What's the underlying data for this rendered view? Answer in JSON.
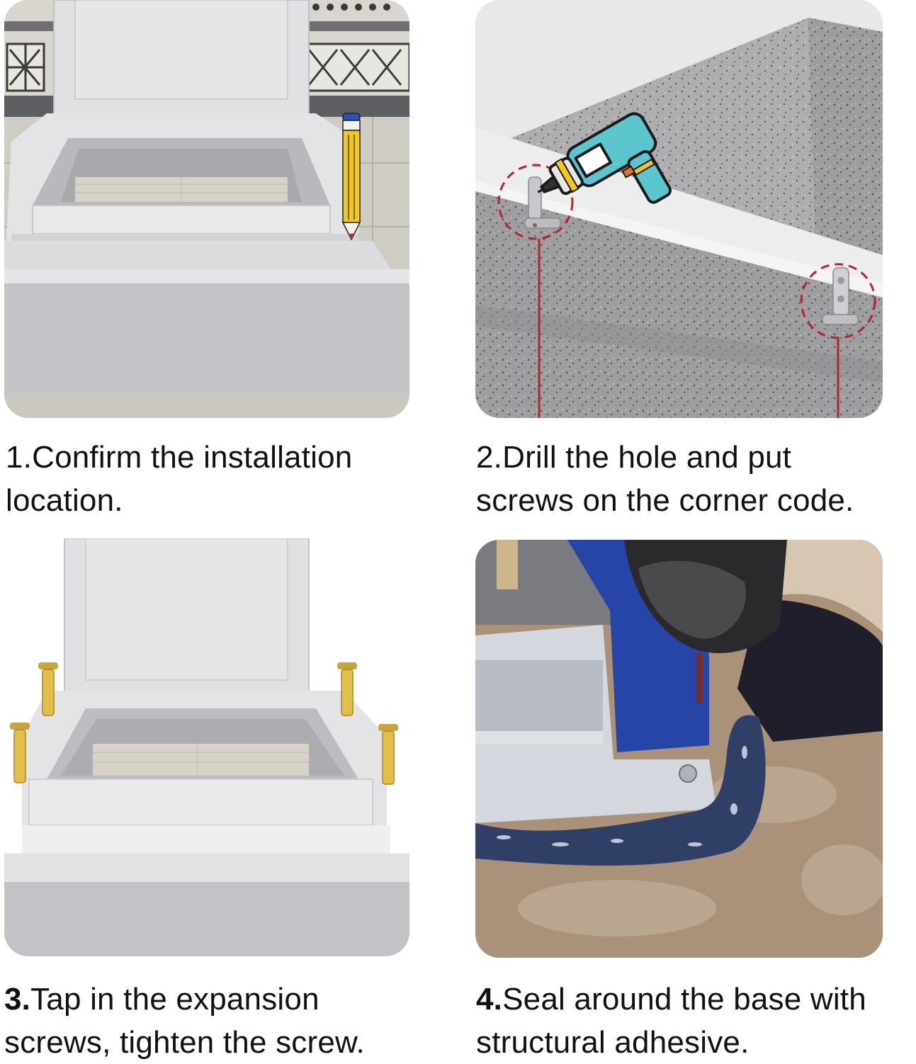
{
  "steps": [
    {
      "number": "1.",
      "line1": "Confirm the installation",
      "line2": "location.",
      "illustration": "cabinet-base-with-pencil-mark",
      "icon": "pencil-icon"
    },
    {
      "number": "2.",
      "line1": "Drill the hole and put",
      "line2": "screws on the corner code.",
      "illustration": "concrete-base-with-corner-brackets",
      "icon": "drill-icon"
    },
    {
      "number": "3.",
      "line1": "Tap in the expansion",
      "line2": "screws, tighten the screw.",
      "illustration": "cabinet-base-with-expansion-screws",
      "icon": "expansion-screw-icon"
    },
    {
      "number": "4.",
      "line1": "Seal around the base with",
      "line2": "structural adhesive.",
      "illustration": "base-sealed-with-adhesive",
      "icon": "adhesive-icon"
    }
  ],
  "colors": {
    "text": "#111111",
    "highlight_circle": "#b3262a",
    "pencil_yellow": "#f2c81c",
    "drill_teal": "#5cc6cf",
    "screw_gold": "#d9b23a",
    "cabinet_gray": "#d8d8db",
    "adhesive_blue": "#2f3f66"
  }
}
